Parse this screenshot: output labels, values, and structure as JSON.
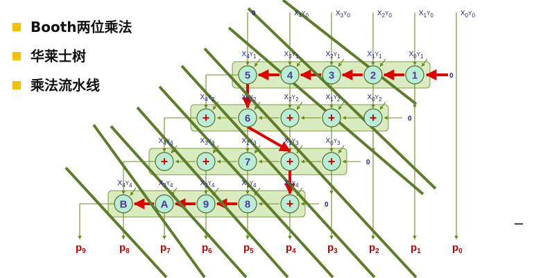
{
  "bullets": [
    "Booth两位乘法",
    "华莱士树",
    "乘法流水线"
  ],
  "colors": {
    "cell_fill": "#d9ecbf",
    "cell_border": "#7e9a3f",
    "node_fill": "#b9edd6",
    "node_border": "#556b2f",
    "wire": "#6b8e23",
    "critical_path": "#e00000",
    "plus": "#e00000",
    "node_label": "#4a3b9c",
    "term_label": "#1a1a8c",
    "output_label": "#c00000",
    "diagonal": "#5e7d2a",
    "bullet_square": "#f2c200"
  },
  "top_inputs": [
    "0",
    "X4Y0",
    "X3Y0",
    "X2Y0",
    "X1Y0",
    "X0Y0"
  ],
  "rows": [
    {
      "terms": [
        "X4Y1",
        "X3Y1",
        "X2Y1",
        "X1Y1",
        "X0Y1"
      ],
      "nodes": [
        "5",
        "4",
        "3",
        "2",
        "1"
      ],
      "carry_in": "0"
    },
    {
      "terms": [
        "X4Y2",
        "X3Y2",
        "X2Y2",
        "X1Y2",
        "X0Y2"
      ],
      "nodes": [
        "+",
        "6",
        "+",
        "+",
        "+"
      ],
      "carry_in": "0"
    },
    {
      "terms": [
        "X4Y3",
        "X3Y3",
        "X2Y3",
        "X1Y3",
        "X0Y3"
      ],
      "nodes": [
        "+",
        "+",
        "7",
        "+",
        "+"
      ],
      "carry_in": "0"
    },
    {
      "terms": [
        "X4Y4",
        "X3Y4",
        "X2Y4",
        "X1Y4",
        "X0Y4"
      ],
      "nodes": [
        "B",
        "A",
        "9",
        "8",
        "+"
      ],
      "carry_in": "0"
    }
  ],
  "outputs": [
    "p9",
    "p8",
    "p7",
    "p6",
    "p5",
    "p4",
    "p3",
    "p2",
    "p1",
    "p0"
  ]
}
